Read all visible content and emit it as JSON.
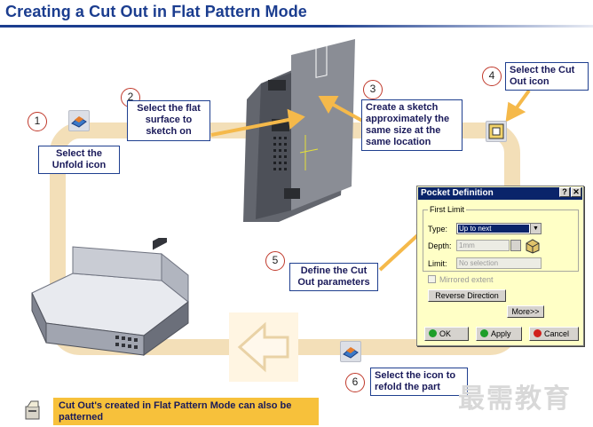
{
  "title": "Creating a Cut Out in Flat Pattern Mode",
  "steps": [
    {
      "num": "1",
      "text": "Select the\nUnfold icon"
    },
    {
      "num": "2",
      "text": "Select the flat\nsurface to\nsketch on"
    },
    {
      "num": "3",
      "text": "Create a sketch\napproximately the\nsame size at the\nsame location"
    },
    {
      "num": "4",
      "text": "Select the Cut\nOut icon"
    },
    {
      "num": "5",
      "text": "Define the Cut\nOut parameters"
    },
    {
      "num": "6",
      "text": "Select the icon to\nrefold the part"
    }
  ],
  "dialog": {
    "title": "Pocket Definition",
    "help_btn": "?",
    "close_btn": "✕",
    "group_label": "First Limit",
    "type_label": "Type:",
    "type_value": "Up to next",
    "depth_label": "Depth:",
    "depth_value": "1mm",
    "limit_label": "Limit:",
    "limit_value": "No selection",
    "mirrored_label": "Mirrored extent",
    "reverse_btn": "Reverse Direction",
    "more_btn": "More>>",
    "ok_btn": "OK",
    "apply_btn": "Apply",
    "cancel_btn": "Cancel"
  },
  "tip": "Cut Out's created in Flat Pattern Mode can also be\npatterned",
  "watermark": "最需教育",
  "colors": {
    "title": "#1b3d8f",
    "track": "#f3dfb8",
    "callout_arrow": "#f5b94a",
    "number_ring": "#c0392b",
    "tip_bg": "#f7c13b",
    "dialog_bg": "#ffffc6",
    "dialog_titlebar": "#0a246a"
  }
}
